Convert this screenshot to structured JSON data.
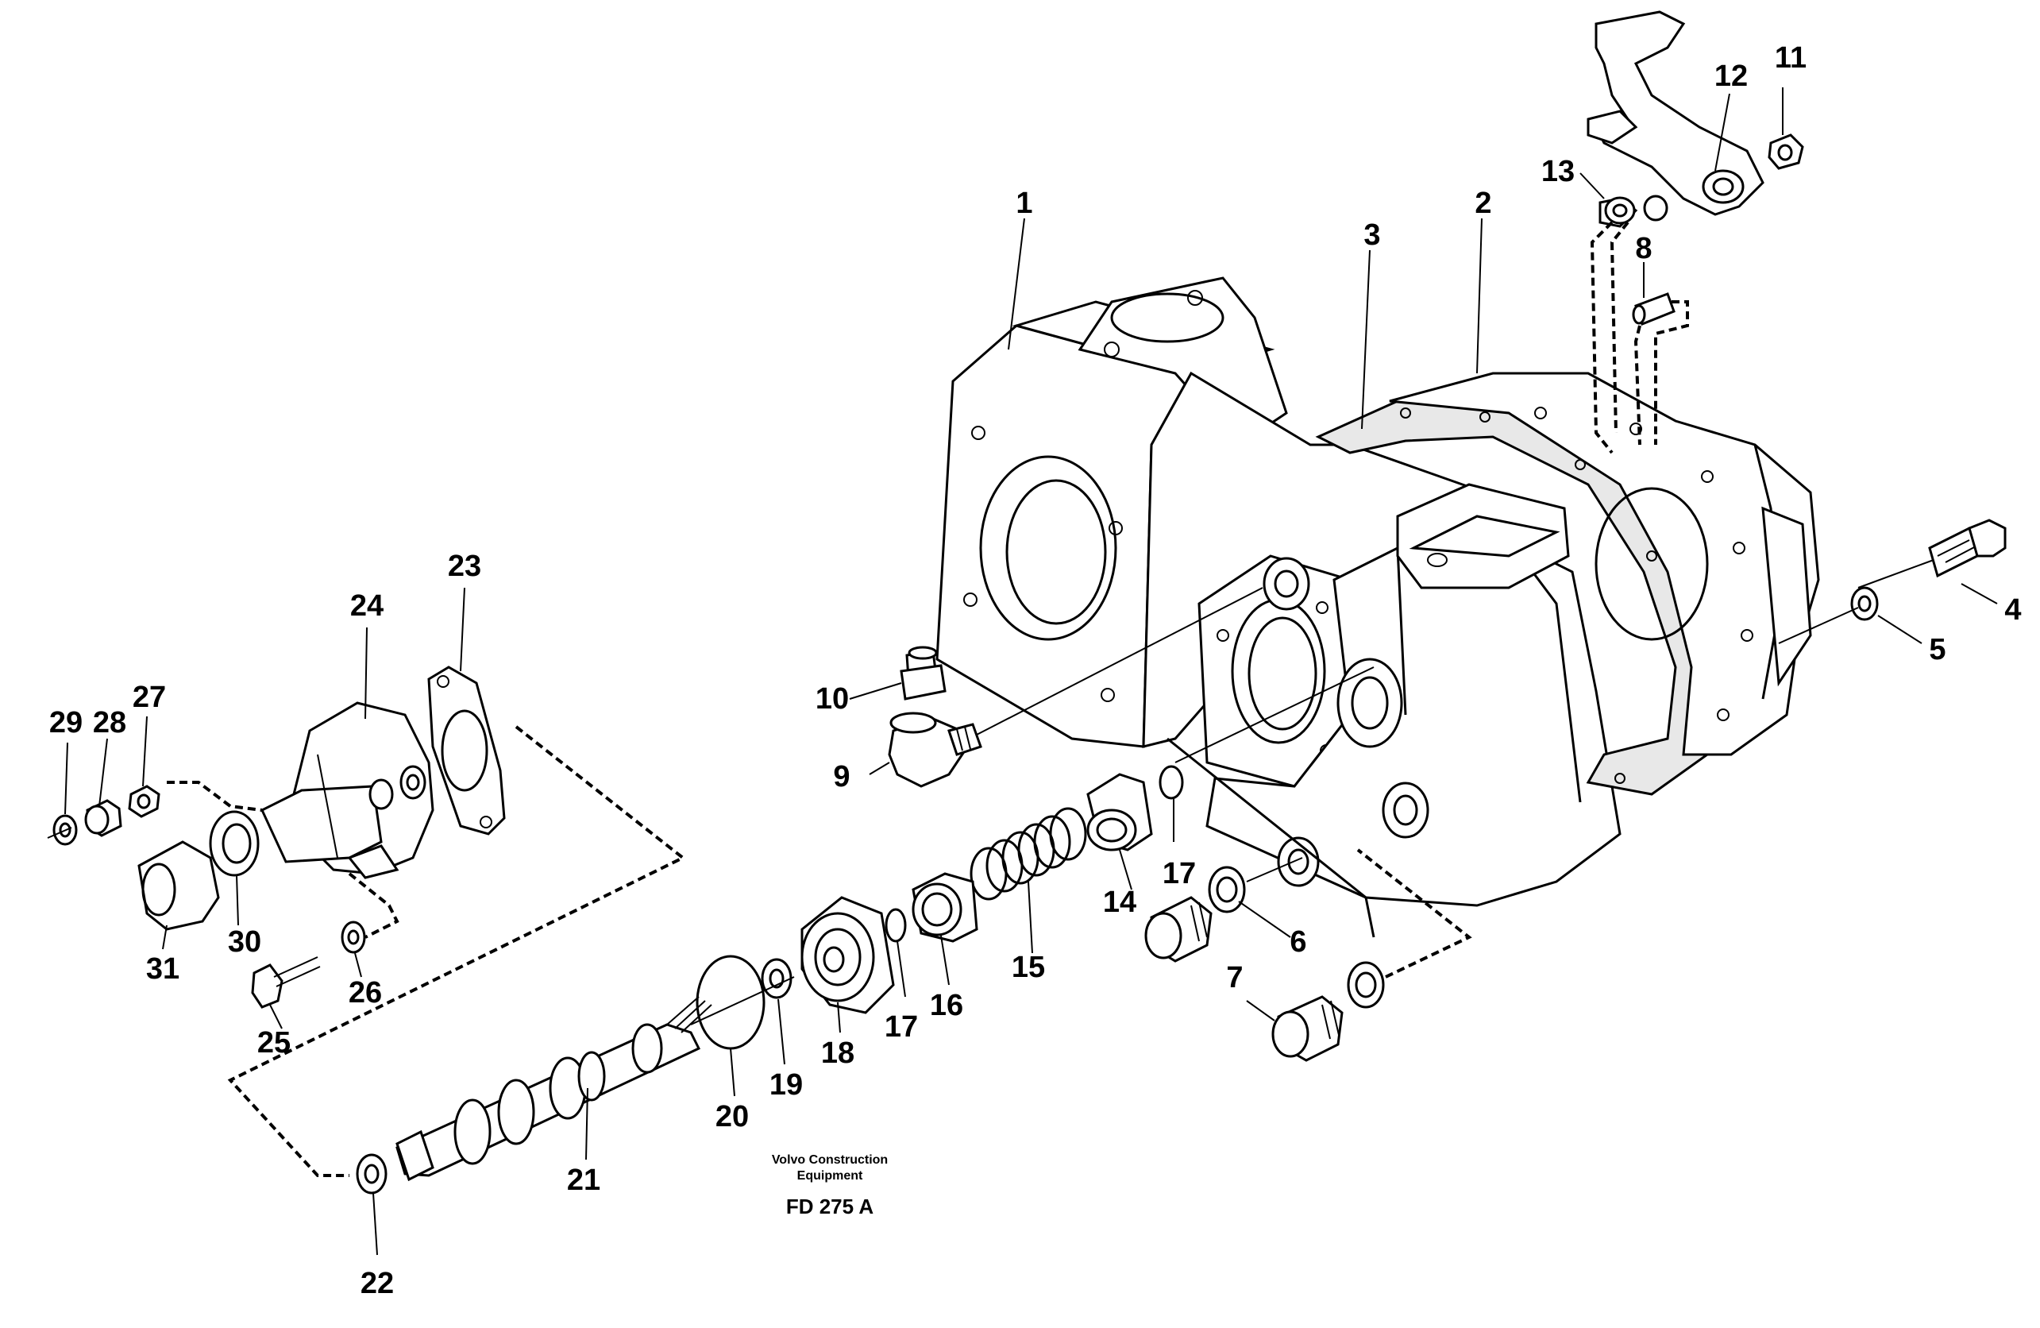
{
  "caption": {
    "maker_line1": "Volvo Construction",
    "maker_line2": "Equipment",
    "drawing_code": "FD 275 A"
  },
  "callouts": [
    "1",
    "2",
    "3",
    "4",
    "5",
    "6",
    "7",
    "8",
    "9",
    "10",
    "11",
    "12",
    "13",
    "14",
    "15",
    "16",
    "17",
    "17",
    "18",
    "19",
    "20",
    "21",
    "22",
    "23",
    "24",
    "25",
    "26",
    "27",
    "28",
    "29",
    "30",
    "31"
  ]
}
